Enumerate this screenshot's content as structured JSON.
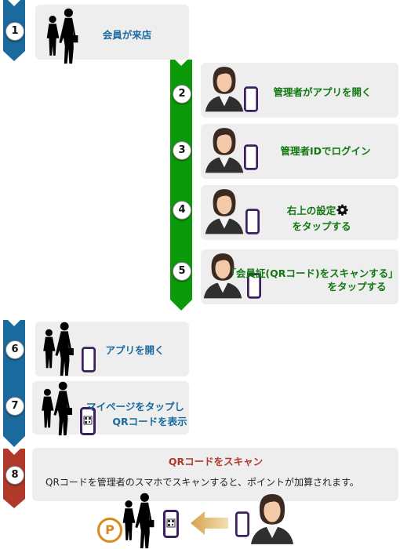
{
  "steps": [
    {
      "num": "1",
      "text": "会員が来店"
    },
    {
      "num": "2",
      "text": "管理者がアプリを開く"
    },
    {
      "num": "3",
      "text": "管理者IDでログイン"
    },
    {
      "num": "4",
      "line1": "右上の設定",
      "line2": "をタップする"
    },
    {
      "num": "5",
      "line1": "「会員証(QRコード)をスキャンする」",
      "line2": "をタップする"
    },
    {
      "num": "6",
      "text": "アプリを開く"
    },
    {
      "num": "7",
      "line1": "マイページをタップし",
      "line2": "QRコードを表示"
    },
    {
      "num": "8",
      "title": "QRコードをスキャン",
      "desc": "QRコードを管理者のスマホでスキャンすると、ポイントが加算されます。"
    }
  ],
  "point_badge": "P",
  "colors": {
    "member": "#1a6a9e",
    "admin": "#0a9a0a",
    "scan": "#b0392a",
    "phone": "#3a2060"
  }
}
